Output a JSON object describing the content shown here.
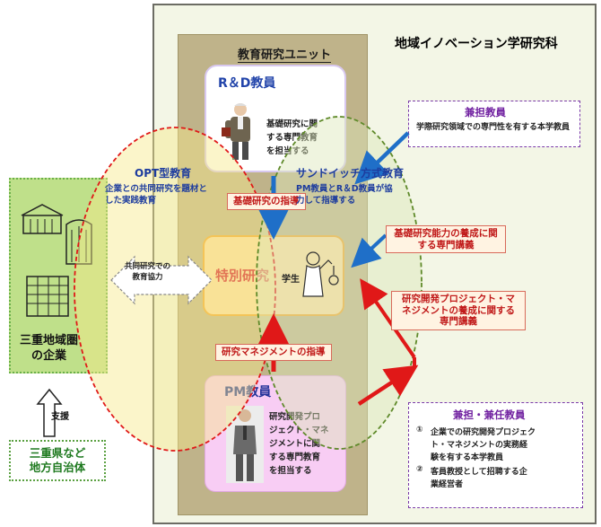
{
  "graduate_school": {
    "title": "地域イノベーション学研究科"
  },
  "education_unit": {
    "title": "教育研究ユニット"
  },
  "rd_faculty": {
    "title": "R＆D教員",
    "lines": [
      "基礎研究に関",
      "する専門教育",
      "を担当する"
    ]
  },
  "pm_faculty": {
    "title": "PM教員",
    "lines": [
      "研究開発プロ",
      "ジェクト・マネ",
      "ジメントに関",
      "する専門教育",
      "を担当する"
    ]
  },
  "special_research": {
    "title": "特別研究",
    "student": "学生"
  },
  "guidance": {
    "basic_research": "基礎研究の指導",
    "research_management": "研究マネジメントの指導"
  },
  "lectures": {
    "basic_ability": "基礎研究能力の養成に関する専門講義",
    "pm_ability": "研究開発プロジェクト・マネジメントの養成に関する専門講義"
  },
  "concurrent_faculty": {
    "title": "兼担教員",
    "desc": "学際研究領域での専門性を有する本学教員"
  },
  "adjunct_faculty": {
    "title": "兼担・兼任教員",
    "item1_num": "①",
    "item1_lines": [
      "企業での研究開発プロジェク",
      "ト・マネジメントの実務経",
      "験を有する本学教員"
    ],
    "item2_num": "②",
    "item2_lines": [
      "客員教授として招聘する企",
      "業経営者"
    ]
  },
  "opt": {
    "title": "OPT型教育",
    "desc_lines": [
      "企業との共同研究を題材と",
      "した実践教育"
    ]
  },
  "sandwich": {
    "title": "サンドイッチ方式教育",
    "desc_lines": [
      "PM教員とR＆D教員が協",
      "力して指導する"
    ]
  },
  "joint_research": {
    "lines": [
      "共同研究での",
      "教育協力"
    ]
  },
  "companies": {
    "lines": [
      "三重地域圏",
      "の企業"
    ]
  },
  "support": {
    "label": "支援"
  },
  "local_gov": {
    "lines": [
      "三重県など",
      "地方自治体"
    ]
  },
  "colors": {
    "red": "#e01818",
    "blue": "#1f6fc8",
    "green_ellipse": "#5f8a2a",
    "purple": "#7020a0"
  }
}
